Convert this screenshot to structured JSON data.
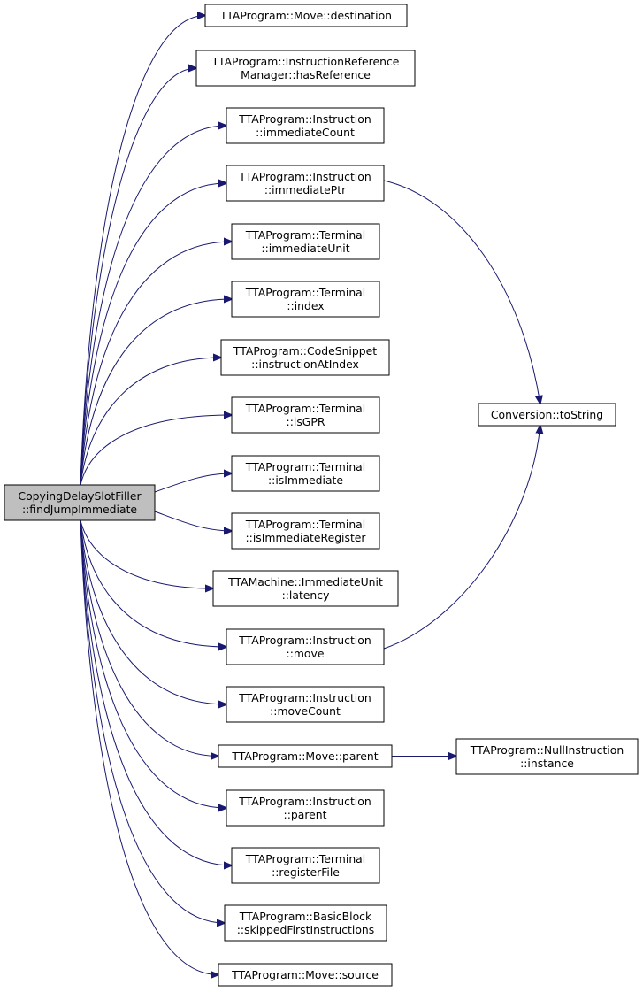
{
  "colors": {
    "edge": "#191970",
    "node_border": "#000000",
    "node_fill": "#ffffff",
    "root_fill": "#bfbfbf",
    "text": "#000000"
  },
  "root": {
    "id": "root",
    "lines": [
      "CopyingDelaySlotFiller",
      "::findJumpImmediate"
    ]
  },
  "nodes": [
    {
      "id": "n_dest",
      "lines": [
        "TTAProgram::Move::destination"
      ]
    },
    {
      "id": "n_hasref",
      "lines": [
        "TTAProgram::InstructionReference",
        "Manager::hasReference"
      ]
    },
    {
      "id": "n_immcount",
      "lines": [
        "TTAProgram::Instruction",
        "::immediateCount"
      ]
    },
    {
      "id": "n_immptr",
      "lines": [
        "TTAProgram::Instruction",
        "::immediatePtr"
      ]
    },
    {
      "id": "n_immunit",
      "lines": [
        "TTAProgram::Terminal",
        "::immediateUnit"
      ]
    },
    {
      "id": "n_index",
      "lines": [
        "TTAProgram::Terminal",
        "::index"
      ]
    },
    {
      "id": "n_instatidx",
      "lines": [
        "TTAProgram::CodeSnippet",
        "::instructionAtIndex"
      ]
    },
    {
      "id": "n_isgpr",
      "lines": [
        "TTAProgram::Terminal",
        "::isGPR"
      ]
    },
    {
      "id": "n_isimm",
      "lines": [
        "TTAProgram::Terminal",
        "::isImmediate"
      ]
    },
    {
      "id": "n_isimmreg",
      "lines": [
        "TTAProgram::Terminal",
        "::isImmediateRegister"
      ]
    },
    {
      "id": "n_latency",
      "lines": [
        "TTAMachine::ImmediateUnit",
        "::latency"
      ]
    },
    {
      "id": "n_move",
      "lines": [
        "TTAProgram::Instruction",
        "::move"
      ]
    },
    {
      "id": "n_movecount",
      "lines": [
        "TTAProgram::Instruction",
        "::moveCount"
      ]
    },
    {
      "id": "n_mparent",
      "lines": [
        "TTAProgram::Move::parent"
      ]
    },
    {
      "id": "n_iparent",
      "lines": [
        "TTAProgram::Instruction",
        "::parent"
      ]
    },
    {
      "id": "n_regfile",
      "lines": [
        "TTAProgram::Terminal",
        "::registerFile"
      ]
    },
    {
      "id": "n_skipped",
      "lines": [
        "TTAProgram::BasicBlock",
        "::skippedFirstInstructions"
      ]
    },
    {
      "id": "n_source",
      "lines": [
        "TTAProgram::Move::source"
      ]
    },
    {
      "id": "n_tostring",
      "lines": [
        "Conversion::toString"
      ]
    },
    {
      "id": "n_nullinst",
      "lines": [
        "TTAProgram::NullInstruction",
        "::instance"
      ]
    }
  ],
  "edges": [
    [
      "root",
      "n_dest"
    ],
    [
      "root",
      "n_hasref"
    ],
    [
      "root",
      "n_immcount"
    ],
    [
      "root",
      "n_immptr"
    ],
    [
      "root",
      "n_immunit"
    ],
    [
      "root",
      "n_index"
    ],
    [
      "root",
      "n_instatidx"
    ],
    [
      "root",
      "n_isgpr"
    ],
    [
      "root",
      "n_isimm"
    ],
    [
      "root",
      "n_isimmreg"
    ],
    [
      "root",
      "n_latency"
    ],
    [
      "root",
      "n_move"
    ],
    [
      "root",
      "n_movecount"
    ],
    [
      "root",
      "n_mparent"
    ],
    [
      "root",
      "n_iparent"
    ],
    [
      "root",
      "n_regfile"
    ],
    [
      "root",
      "n_skipped"
    ],
    [
      "root",
      "n_source"
    ],
    [
      "n_immptr",
      "n_tostring"
    ],
    [
      "n_move",
      "n_tostring"
    ],
    [
      "n_mparent",
      "n_nullinst"
    ]
  ]
}
